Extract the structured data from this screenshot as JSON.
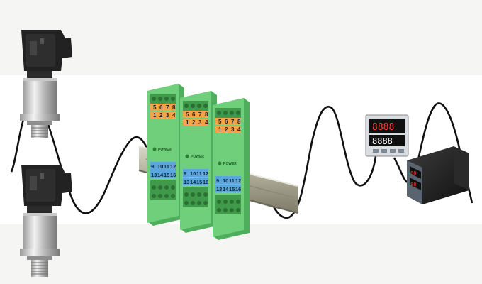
{
  "scene": {
    "transmitter_modules": [
      {
        "top_terminals": [
          "5",
          "6",
          "7",
          "8"
        ],
        "top_terminals_2": [
          "1",
          "2",
          "3",
          "4"
        ],
        "power_label": "POWER",
        "bottom_terminals": [
          "9",
          "10",
          "11",
          "12"
        ],
        "bottom_terminals_2": [
          "13",
          "14",
          "15",
          "16"
        ]
      },
      {
        "top_terminals": [
          "5",
          "6",
          "7",
          "8"
        ],
        "top_terminals_2": [
          "1",
          "2",
          "3",
          "4"
        ],
        "power_label": "POWER",
        "bottom_terminals": [
          "9",
          "10",
          "11",
          "12"
        ],
        "bottom_terminals_2": [
          "13",
          "14",
          "15",
          "16"
        ]
      },
      {
        "top_terminals": [
          "5",
          "6",
          "7",
          "8"
        ],
        "top_terminals_2": [
          "1",
          "2",
          "3",
          "4"
        ],
        "power_label": "POWER",
        "bottom_terminals": [
          "9",
          "10",
          "11",
          "12"
        ],
        "bottom_terminals_2": [
          "13",
          "14",
          "15",
          "16"
        ]
      }
    ],
    "colors": {
      "module_green": "#6fcf7a",
      "module_orange": "#f6a347",
      "module_blue": "#5aa7e0",
      "cable": "#111111",
      "background_band": "#f5f5f3",
      "display_red": "#ff3b30"
    },
    "icons": [
      "pressure-sensor-icon",
      "pressure-sensor-icon",
      "signal-isolator-icon",
      "din-rail-icon",
      "panel-meter-icon",
      "panel-meter-icon"
    ]
  }
}
